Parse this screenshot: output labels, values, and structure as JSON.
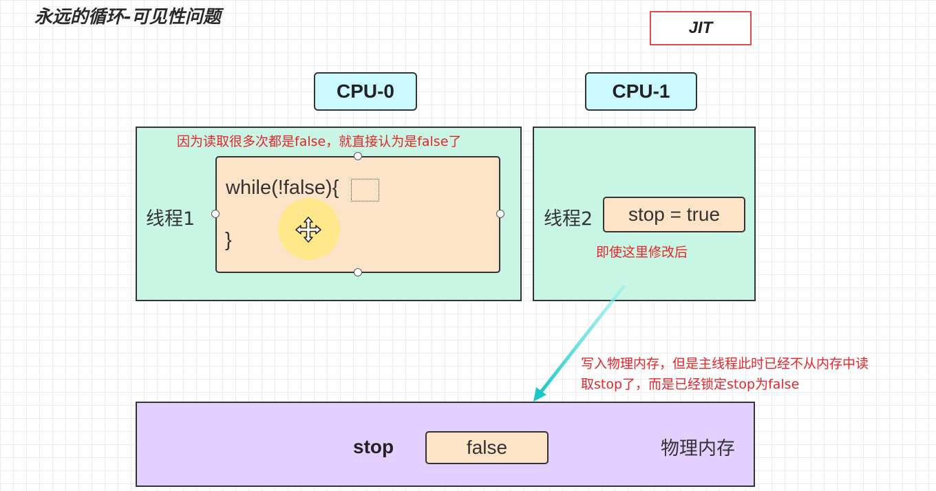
{
  "title": "永远的循环-可见性问题",
  "jit_label": "JIT",
  "cpus": [
    "CPU-0",
    "CPU-1"
  ],
  "core0": {
    "note": "因为读取很多次都是false，就直接认为是false了",
    "thread_label": "线程1",
    "code_line1": "while(!false){",
    "code_line2": "}"
  },
  "core1": {
    "thread_label": "线程2",
    "statement": "stop = true",
    "note": "即使这里修改后"
  },
  "arrow_note": {
    "line1": "写入物理内存，但是主线程此时已经不从内存中读",
    "line2": "取stop了，而是已经锁定stop为false"
  },
  "memory": {
    "variable": "stop",
    "value": "false",
    "label": "物理内存"
  },
  "colors": {
    "cpu_fill": "#ccf8ff",
    "core_fill": "#c9f5e4",
    "code_fill": "#fde3c8",
    "memory_fill": "#e4d0ff",
    "annotation": "#e5252a",
    "arrow": "#22d3d3",
    "jit_border": "#e24a4a"
  },
  "icons": [
    "move-cursor-icon",
    "arrow-icon"
  ]
}
